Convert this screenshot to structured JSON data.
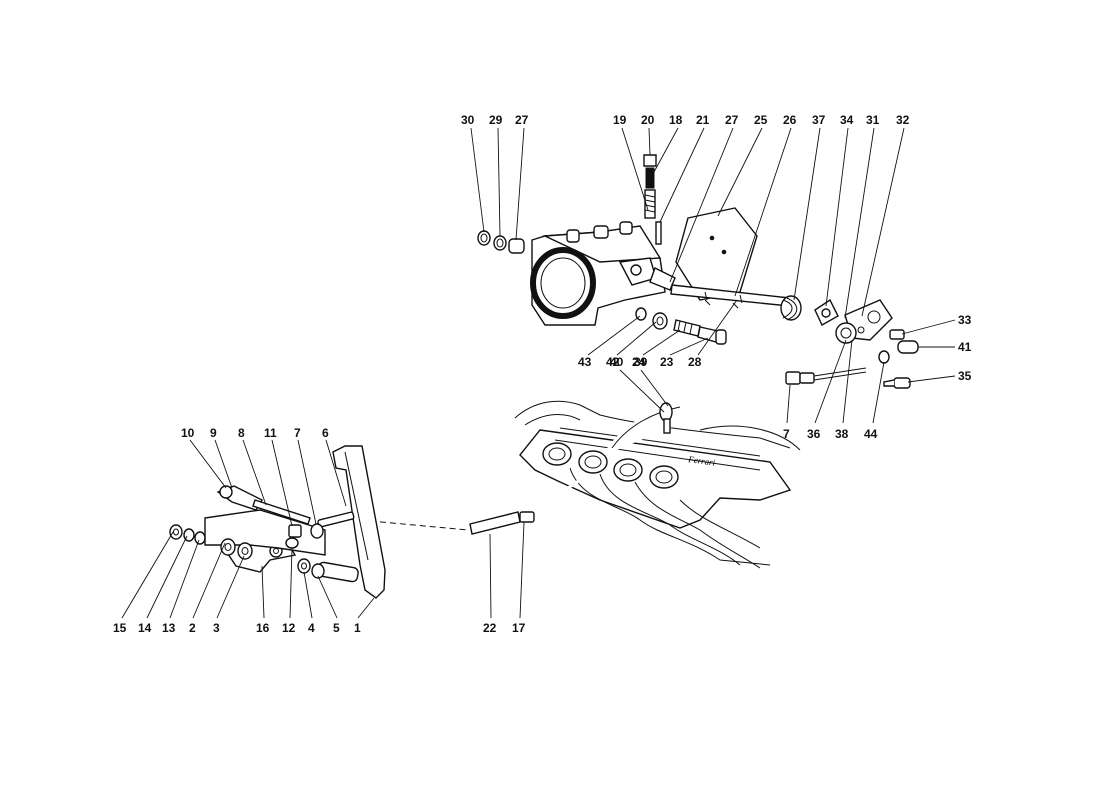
{
  "diagram": {
    "callouts": [
      {
        "id": "c30",
        "label": "30"
      },
      {
        "id": "c29",
        "label": "29"
      },
      {
        "id": "c27a",
        "label": "27"
      },
      {
        "id": "c19",
        "label": "19"
      },
      {
        "id": "c20",
        "label": "20"
      },
      {
        "id": "c18",
        "label": "18"
      },
      {
        "id": "c21",
        "label": "21"
      },
      {
        "id": "c27b",
        "label": "27"
      },
      {
        "id": "c25",
        "label": "25"
      },
      {
        "id": "c26",
        "label": "26"
      },
      {
        "id": "c37",
        "label": "37"
      },
      {
        "id": "c34",
        "label": "34"
      },
      {
        "id": "c31",
        "label": "31"
      },
      {
        "id": "c32",
        "label": "32"
      },
      {
        "id": "c33",
        "label": "33"
      },
      {
        "id": "c41",
        "label": "41"
      },
      {
        "id": "c35",
        "label": "35"
      },
      {
        "id": "c43",
        "label": "43"
      },
      {
        "id": "c42",
        "label": "42"
      },
      {
        "id": "c24",
        "label": "24"
      },
      {
        "id": "c23",
        "label": "23"
      },
      {
        "id": "c28",
        "label": "28"
      },
      {
        "id": "c40",
        "label": "40"
      },
      {
        "id": "c39",
        "label": "39"
      },
      {
        "id": "c7b",
        "label": "7"
      },
      {
        "id": "c36",
        "label": "36"
      },
      {
        "id": "c38",
        "label": "38"
      },
      {
        "id": "c44",
        "label": "44"
      },
      {
        "id": "c10",
        "label": "10"
      },
      {
        "id": "c9",
        "label": "9"
      },
      {
        "id": "c8",
        "label": "8"
      },
      {
        "id": "c11",
        "label": "11"
      },
      {
        "id": "c7a",
        "label": "7"
      },
      {
        "id": "c6",
        "label": "6"
      },
      {
        "id": "c15",
        "label": "15"
      },
      {
        "id": "c14",
        "label": "14"
      },
      {
        "id": "c13",
        "label": "13"
      },
      {
        "id": "c2",
        "label": "2"
      },
      {
        "id": "c3",
        "label": "3"
      },
      {
        "id": "c16",
        "label": "16"
      },
      {
        "id": "c12",
        "label": "12"
      },
      {
        "id": "c4",
        "label": "4"
      },
      {
        "id": "c5",
        "label": "5"
      },
      {
        "id": "c1",
        "label": "1"
      },
      {
        "id": "c22",
        "label": "22"
      },
      {
        "id": "c17",
        "label": "17"
      }
    ],
    "stamp_text": "Ferrari"
  }
}
